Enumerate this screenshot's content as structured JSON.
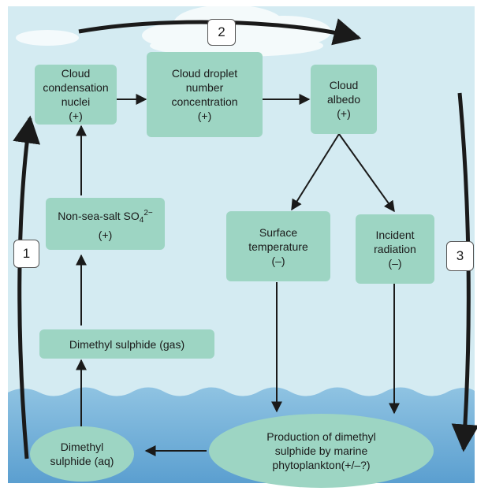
{
  "colors": {
    "sky": "#d4ebf2",
    "cloud": "#ffffff",
    "sea_top": "#8fc3e2",
    "sea_bottom": "#5b9fd0",
    "box": "#9dd5c3",
    "arrow": "#1a1a1a"
  },
  "nodes": {
    "ccn": {
      "line1": "Cloud",
      "line2": "condensation",
      "line3": "nuclei",
      "sign": "(+)"
    },
    "cdnc": {
      "line1": "Cloud droplet",
      "line2": "number",
      "line3": "concentration",
      "sign": "(+)"
    },
    "albedo": {
      "line1": "Cloud",
      "line2": "albedo",
      "sign": "(+)"
    },
    "sulfate": {
      "prefix": "Non-sea-salt SO",
      "subscript": "4",
      "superscript": "2−",
      "sign": "(+)"
    },
    "surface_temp": {
      "line1": "Surface",
      "line2": "temperature",
      "sign": "(–)"
    },
    "incident_rad": {
      "line1": "Incident",
      "line2": "radiation",
      "sign": "(–)"
    },
    "dms_gas": {
      "label": "Dimethyl sulphide (gas)"
    },
    "dms_aq": {
      "line1": "Dimethyl",
      "line2": "sulphide (aq)"
    },
    "production": {
      "line1": "Production of dimethyl",
      "line2": "sulphide by marine",
      "line3": "phytoplankton(+/–?)"
    }
  },
  "loops": {
    "loop1": "1",
    "loop2": "2",
    "loop3": "3"
  }
}
